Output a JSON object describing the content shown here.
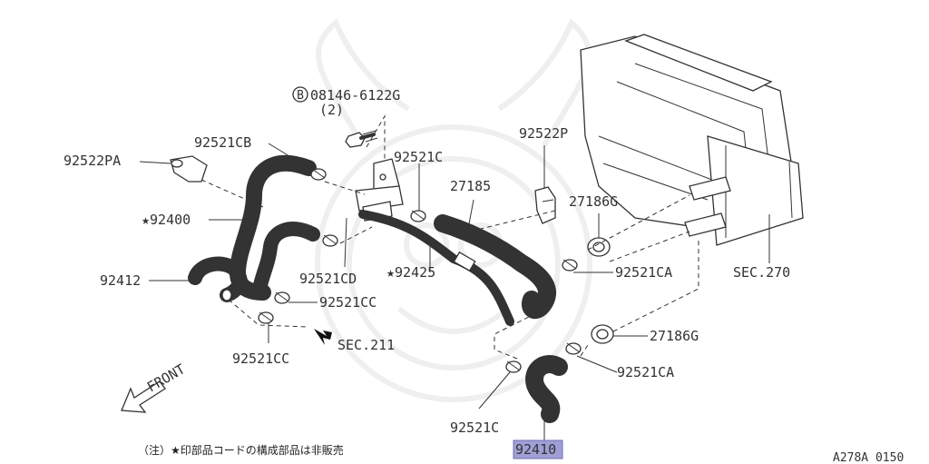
{
  "colors": {
    "line": "#333333",
    "highlight": "#9f9fd6",
    "watermark": "#efefef"
  },
  "labels": {
    "bolt_circle": "B",
    "bolt_number": "08146-6122G",
    "bolt_qty": "(2)",
    "p92521CB": "92521CB",
    "p92522PA": "92522PA",
    "p92521C_top": "92521C",
    "p27185": "27185",
    "p92522P": "92522P",
    "p27186G_top": "27186G",
    "p92400": "★92400",
    "p92521CD": "92521CD",
    "p92425": "★92425",
    "p92521CA_top": "92521CA",
    "sec270": "SEC.270",
    "p92412": "92412",
    "p92521CC_right": "92521CC",
    "sec211": "SEC.211",
    "p92521CC_bottom": "92521CC",
    "p27186G_bottom": "27186G",
    "p92521CA_bottom": "92521CA",
    "front": "FRONT",
    "p92521C_bottom": "92521C",
    "p92410": "92410",
    "footnote": "（注）★印部品コードの構成部品は非販売",
    "diagram_code": "A278A 0150"
  }
}
